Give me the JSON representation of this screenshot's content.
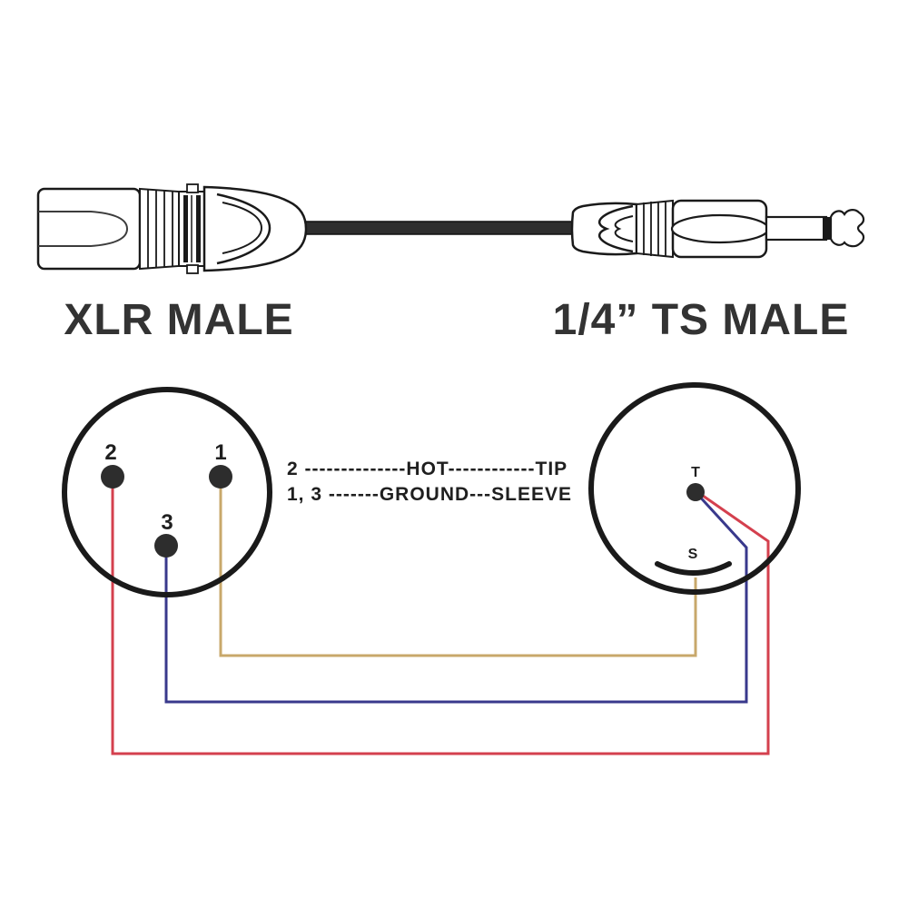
{
  "diagram": {
    "left_connector_label": "XLR MALE",
    "right_connector_label": "1/4” TS MALE",
    "mapping_line1": "2 --------------HOT------------TIP",
    "mapping_line2": "1, 3 -------GROUND---SLEEVE",
    "xlr_pins": {
      "pin1": "1",
      "pin2": "2",
      "pin3": "3"
    },
    "ts_contacts": {
      "tip": "T",
      "sleeve": "S"
    }
  },
  "colors": {
    "outline": "#1a1a1a",
    "label_text": "#333333",
    "hot_wire_red": "#d4404e",
    "ground_wire_blue": "#39398c",
    "pin1_wire_tan": "#c8a86b",
    "cable_black": "#2e2e2e",
    "pin_dot": "#2d2d2d"
  }
}
